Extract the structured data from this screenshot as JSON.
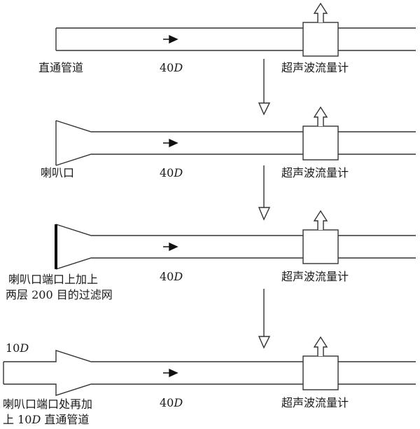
{
  "stages": [
    {
      "pipe_label": "直通管道",
      "length_value": "40",
      "length_unit": "D",
      "meter_label": "超声波流量计"
    },
    {
      "pipe_label": "喇叭口",
      "length_value": "40",
      "length_unit": "D",
      "meter_label": "超声波流量计"
    },
    {
      "pipe_label_line1": "喇叭口端口上加上",
      "pipe_label_line2": "两层 200 目的过滤网",
      "length_value": "40",
      "length_unit": "D",
      "meter_label": "超声波流量计"
    },
    {
      "top_value": "10",
      "top_unit": "D",
      "pipe_label_line1": "喇叭口端口处再加",
      "pipe_label_line2_prefix": "上 10",
      "pipe_label_line2_unit": "D",
      "pipe_label_line2_suffix": " 直通管道",
      "length_value": "40",
      "length_unit": "D",
      "meter_label": "超声波流量计"
    }
  ]
}
